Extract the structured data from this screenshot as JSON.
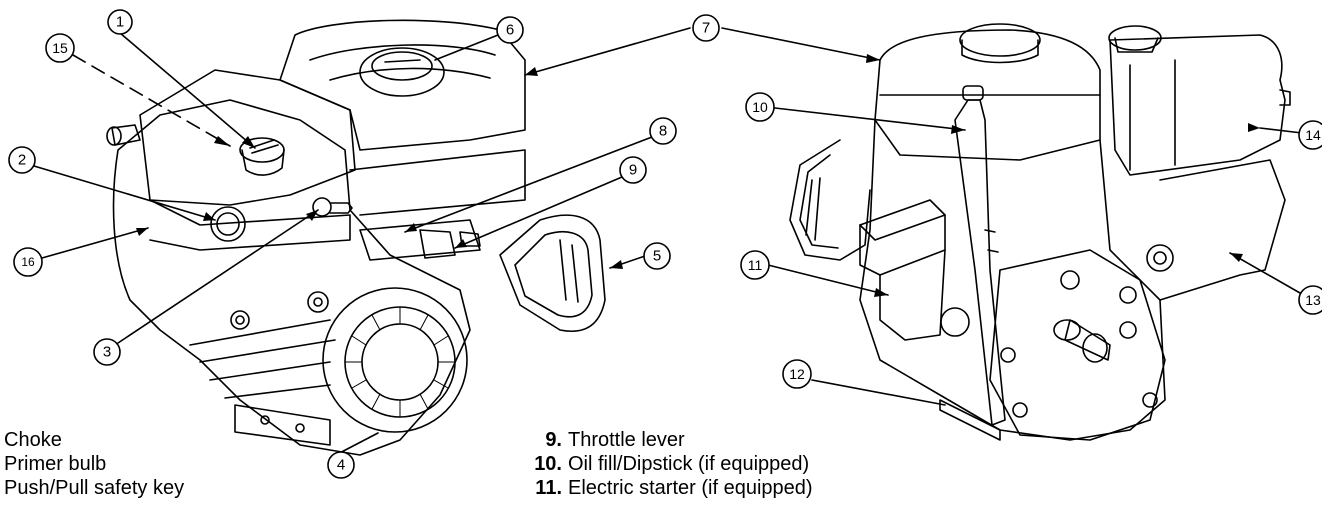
{
  "callouts": [
    "1",
    "2",
    "3",
    "4",
    "5",
    "6",
    "7",
    "8",
    "9",
    "10",
    "11",
    "12",
    "13",
    "14",
    "15",
    "16"
  ],
  "legend_left": [
    {
      "text": "Choke"
    },
    {
      "text": "Primer bulb"
    },
    {
      "text": "Push/Pull safety key"
    }
  ],
  "legend_right": [
    {
      "num": "9.",
      "text": "Throttle lever"
    },
    {
      "num": "10.",
      "text": "Oil fill/Dipstick (if equipped)"
    },
    {
      "num": "11.",
      "text": "Electric starter (if equipped)"
    }
  ],
  "colors": {
    "line": "#000000",
    "background": "#ffffff"
  }
}
